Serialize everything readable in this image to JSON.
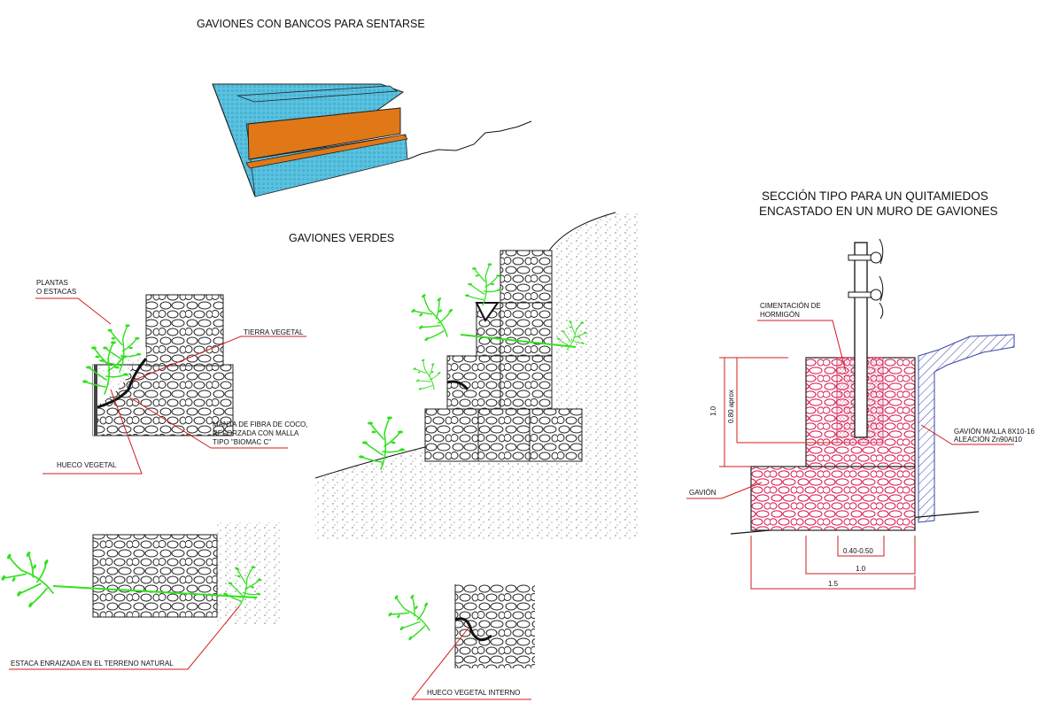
{
  "titles": {
    "bancos": "GAVIONES CON BANCOS PARA SENTARSE",
    "verdes": "GAVIONES VERDES",
    "seccion_line1": "SECCIÓN TIPO PARA UN QUITAMIEDOS",
    "seccion_line2": "ENCASTADO EN UN MURO DE GAVIONES"
  },
  "labels": {
    "plantas_line1": "PLANTAS",
    "plantas_line2": "O ESTACAS",
    "tierra_vegetal": "TIERRA VEGETAL",
    "manta_line1": "MANTA DE FIBRA DE COCO,",
    "manta_line2": "REFORZADA CON MALLA",
    "manta_line3": "TIPO \"BIOMAC C\"",
    "hueco_vegetal": "HUECO VEGETAL",
    "estaca": "ESTACA ENRAIZADA EN EL TERRENO NATURAL",
    "hueco_interno": "HUECO VEGETAL INTERNO",
    "cimentacion_line1": "CIMENTACIÓN DE",
    "cimentacion_line2": "HORMIGÓN",
    "gavion_malla_line1": "GAVIÓN MALLA 8X10-16",
    "gavion_malla_line2": "ALEACIÓN Zn90Al10",
    "gavion": "GAVIÓN"
  },
  "dimensions": {
    "height_total": "1.0",
    "height_post": "0.80 aprox",
    "width_post": "0.40-0.50",
    "width_upper": "1.0",
    "width_total": "1.5"
  },
  "colors": {
    "gabion_blue": "#59c3e0",
    "bench_orange": "#e07818",
    "plant_green": "#33e01f",
    "leader_red": "#d01c1c",
    "stone_red": "#d6124a",
    "mesh_blue": "#3545a8"
  }
}
